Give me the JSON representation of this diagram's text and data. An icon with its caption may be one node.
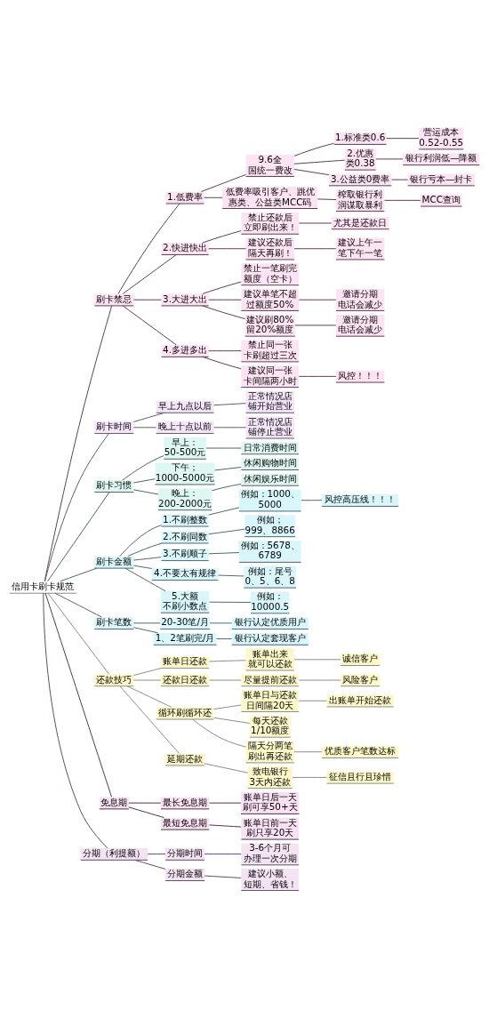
{
  "diagram": {
    "nodes": [
      {
        "text": [
          "信用卡刷卡规范"
        ]
      },
      {
        "text": [
          "刷卡禁忌"
        ]
      },
      {
        "text": [
          "1.低费率"
        ]
      },
      {
        "text": [
          "9.6全国统一费改"
        ]
      },
      {
        "text": [
          "1.标准类0.6"
        ]
      },
      {
        "text": [
          "营运成本0.52-0.55"
        ]
      },
      {
        "text": [
          "2.优惠类0.38"
        ]
      },
      {
        "text": [
          "银行利润低—降额"
        ]
      },
      {
        "text": [
          "3.公益类0费率"
        ]
      },
      {
        "text": [
          "银行亏本—封卡"
        ]
      },
      {
        "text": [
          "低费率吸引客户、跳优惠类、公益类MCC码"
        ]
      },
      {
        "text": [
          "榨取银行利润谋取暴利"
        ]
      },
      {
        "text": [
          "MCC查询"
        ]
      },
      {
        "text": [
          "2.快进快出"
        ]
      },
      {
        "text": [
          "禁止还款后立即刷出来！"
        ]
      },
      {
        "text": [
          "尤其是还款日"
        ]
      },
      {
        "text": [
          "建议还款后隔天再刷！"
        ]
      },
      {
        "text": [
          "建议上午一笔下午一笔"
        ]
      },
      {
        "text": [
          "3.大进大出"
        ]
      },
      {
        "text": [
          "禁止一笔刷完额度（空卡）"
        ]
      },
      {
        "text": [
          "建议单笔不超过额度50%"
        ]
      },
      {
        "text": [
          "邀请分期电话会减少"
        ]
      },
      {
        "text": [
          "建议刷80%留20%额度"
        ]
      },
      {
        "text": [
          "邀请分期电话会减少"
        ]
      },
      {
        "text": [
          "4.多进多出"
        ]
      },
      {
        "text": [
          "禁止同一张卡刷超过三次"
        ]
      },
      {
        "text": [
          "建议同一张卡间隔两小时"
        ]
      },
      {
        "text": [
          "风控！！！"
        ]
      },
      {
        "text": [
          "刷卡时间"
        ]
      },
      {
        "text": [
          "早上九点以后"
        ]
      },
      {
        "text": [
          "正常情况店铺开始营业"
        ]
      },
      {
        "text": [
          "晚上十点以前"
        ]
      },
      {
        "text": [
          "正常情况店铺停止营业"
        ]
      },
      {
        "text": [
          "刷卡习惯"
        ]
      },
      {
        "text": [
          "早上：50-500元"
        ]
      },
      {
        "text": [
          "日常消费时间"
        ]
      },
      {
        "text": [
          "下午；1000-5000元"
        ]
      },
      {
        "text": [
          "休闲购物时间"
        ]
      },
      {
        "text": [
          "晚上：200-2000元"
        ]
      },
      {
        "text": [
          "休闲娱乐时间"
        ]
      },
      {
        "text": [
          "刷卡金额"
        ]
      },
      {
        "text": [
          "1.不刷整数"
        ]
      },
      {
        "text": [
          "例如：1000、5000"
        ]
      },
      {
        "text": [
          "风控高压线！！！"
        ]
      },
      {
        "text": [
          "2.不刷同数"
        ]
      },
      {
        "text": [
          "例如；999、8866"
        ]
      },
      {
        "text": [
          "3.不刷顺子"
        ]
      },
      {
        "text": [
          "例如：5678、6789"
        ]
      },
      {
        "text": [
          "4.不要太有规律"
        ]
      },
      {
        "text": [
          "例如：尾号0、5、6、8"
        ]
      },
      {
        "text": [
          "5.大额不刷小数点"
        ]
      },
      {
        "text": [
          "例如：10000.5"
        ]
      },
      {
        "text": [
          "刷卡笔数"
        ]
      },
      {
        "text": [
          "20-30笔/月"
        ]
      },
      {
        "text": [
          "银行认定优质用户"
        ]
      },
      {
        "text": [
          "1、2笔刷完/月"
        ]
      },
      {
        "text": [
          "银行认定套现客户"
        ]
      },
      {
        "text": [
          "还款技巧"
        ]
      },
      {
        "text": [
          "账单日还款"
        ]
      },
      {
        "text": [
          "账单出来就可以还款"
        ]
      },
      {
        "text": [
          "诚信客户"
        ]
      },
      {
        "text": [
          "还款日还款"
        ]
      },
      {
        "text": [
          "尽量提前还款"
        ]
      },
      {
        "text": [
          "风险客户"
        ]
      },
      {
        "text": [
          "循环刷循环还"
        ]
      },
      {
        "text": [
          "账单日与还款日间隔20天"
        ]
      },
      {
        "text": [
          "出账单开始还款"
        ]
      },
      {
        "text": [
          "每天还款1/10额度"
        ]
      },
      {
        "text": [
          "隔天分两笔刷出再还款"
        ]
      },
      {
        "text": [
          "优质客户笔数达标"
        ]
      },
      {
        "text": [
          "延期还款"
        ]
      },
      {
        "text": [
          "致电银行3天内还款"
        ]
      },
      {
        "text": [
          "征信且行且珍惜"
        ]
      },
      {
        "text": [
          "免息期"
        ]
      },
      {
        "text": [
          "最长免息期"
        ]
      },
      {
        "text": [
          "账单日后一天刷可享50+天"
        ]
      },
      {
        "text": [
          "最短免息期"
        ]
      },
      {
        "text": [
          "账单日前一天刷只享20天"
        ]
      },
      {
        "text": [
          "分期（利提额）"
        ]
      },
      {
        "text": [
          "分期时间"
        ]
      },
      {
        "text": [
          "3-6个月可办理一次分期"
        ]
      },
      {
        "text": [
          "分期金额"
        ]
      },
      {
        "text": [
          "建议小额、短期、省钱！"
        ]
      }
    ],
    "edges": [
      {
        "from": 0,
        "to": 1,
        "arrow": "none"
      },
      {
        "from": 1,
        "to": 2,
        "arrow": "none"
      },
      {
        "from": 2,
        "to": 3,
        "arrow": "none"
      },
      {
        "from": 3,
        "to": 4,
        "arrow": "none"
      },
      {
        "from": 4,
        "to": 5,
        "arrow": "none"
      },
      {
        "from": 3,
        "to": 6,
        "arrow": "none"
      },
      {
        "from": 6,
        "to": 7,
        "arrow": "none"
      },
      {
        "from": 3,
        "to": 8,
        "arrow": "none"
      },
      {
        "from": 8,
        "to": 9,
        "arrow": "none"
      },
      {
        "from": 2,
        "to": 10,
        "arrow": "none"
      },
      {
        "from": 10,
        "to": 11,
        "arrow": "none"
      },
      {
        "from": 11,
        "to": 12,
        "arrow": "none"
      },
      {
        "from": 1,
        "to": 13,
        "arrow": "none"
      },
      {
        "from": 13,
        "to": 14,
        "arrow": "none"
      },
      {
        "from": 14,
        "to": 15,
        "arrow": "none"
      },
      {
        "from": 13,
        "to": 16,
        "arrow": "none"
      },
      {
        "from": 16,
        "to": 17,
        "arrow": "none"
      },
      {
        "from": 1,
        "to": 18,
        "arrow": "none"
      },
      {
        "from": 18,
        "to": 19,
        "arrow": "none"
      },
      {
        "from": 18,
        "to": 20,
        "arrow": "none"
      },
      {
        "from": 20,
        "to": 21,
        "arrow": "none"
      },
      {
        "from": 18,
        "to": 22,
        "arrow": "none"
      },
      {
        "from": 22,
        "to": 23,
        "arrow": "none"
      },
      {
        "from": 1,
        "to": 24,
        "arrow": "none"
      },
      {
        "from": 24,
        "to": 25,
        "arrow": "none"
      },
      {
        "from": 24,
        "to": 26,
        "arrow": "none"
      },
      {
        "from": 26,
        "to": 27,
        "arrow": "none"
      },
      {
        "from": 0,
        "to": 28,
        "arrow": "none"
      },
      {
        "from": 28,
        "to": 29,
        "arrow": "none"
      },
      {
        "from": 29,
        "to": 30,
        "arrow": "none"
      },
      {
        "from": 28,
        "to": 31,
        "arrow": "none"
      },
      {
        "from": 31,
        "to": 32,
        "arrow": "none"
      },
      {
        "from": 0,
        "to": 33,
        "arrow": "none"
      },
      {
        "from": 33,
        "to": 34,
        "arrow": "none"
      },
      {
        "from": 34,
        "to": 35,
        "arrow": "none"
      },
      {
        "from": 33,
        "to": 36,
        "arrow": "none"
      },
      {
        "from": 36,
        "to": 37,
        "arrow": "none"
      },
      {
        "from": 33,
        "to": 38,
        "arrow": "none"
      },
      {
        "from": 38,
        "to": 39,
        "arrow": "none"
      },
      {
        "from": 0,
        "to": 40,
        "arrow": "none"
      },
      {
        "from": 40,
        "to": 41,
        "arrow": "none"
      },
      {
        "from": 41,
        "to": 42,
        "arrow": "none"
      },
      {
        "from": 42,
        "to": 43,
        "arrow": "none"
      },
      {
        "from": 40,
        "to": 44,
        "arrow": "none"
      },
      {
        "from": 44,
        "to": 45,
        "arrow": "none"
      },
      {
        "from": 40,
        "to": 46,
        "arrow": "none"
      },
      {
        "from": 46,
        "to": 47,
        "arrow": "none"
      },
      {
        "from": 40,
        "to": 48,
        "arrow": "none"
      },
      {
        "from": 48,
        "to": 49,
        "arrow": "none"
      },
      {
        "from": 40,
        "to": 50,
        "arrow": "none"
      },
      {
        "from": 50,
        "to": 51,
        "arrow": "none"
      },
      {
        "from": 0,
        "to": 52,
        "arrow": "none"
      },
      {
        "from": 52,
        "to": 53,
        "arrow": "none"
      },
      {
        "from": 53,
        "to": 54,
        "arrow": "none"
      },
      {
        "from": 52,
        "to": 55,
        "arrow": "none"
      },
      {
        "from": 55,
        "to": 56,
        "arrow": "none"
      },
      {
        "from": 0,
        "to": 57,
        "arrow": "none"
      },
      {
        "from": 57,
        "to": 58,
        "arrow": "none"
      },
      {
        "from": 58,
        "to": 59,
        "arrow": "none"
      },
      {
        "from": 59,
        "to": 60,
        "arrow": "none"
      },
      {
        "from": 57,
        "to": 61,
        "arrow": "none"
      },
      {
        "from": 61,
        "to": 62,
        "arrow": "none"
      },
      {
        "from": 62,
        "to": 63,
        "arrow": "none"
      },
      {
        "from": 57,
        "to": 64,
        "arrow": "none"
      },
      {
        "from": 64,
        "to": 65,
        "arrow": "none"
      },
      {
        "from": 65,
        "to": 66,
        "arrow": "none"
      },
      {
        "from": 64,
        "to": 67,
        "arrow": "none"
      },
      {
        "from": 64,
        "to": 68,
        "arrow": "none"
      },
      {
        "from": 68,
        "to": 69,
        "arrow": "none"
      },
      {
        "from": 57,
        "to": 70,
        "arrow": "none"
      },
      {
        "from": 70,
        "to": 71,
        "arrow": "none"
      },
      {
        "from": 71,
        "to": 72,
        "arrow": "none"
      },
      {
        "from": 0,
        "to": 73,
        "arrow": "none"
      },
      {
        "from": 73,
        "to": 74,
        "arrow": "none"
      },
      {
        "from": 74,
        "to": 75,
        "arrow": "none"
      },
      {
        "from": 73,
        "to": 76,
        "arrow": "none"
      },
      {
        "from": 76,
        "to": 77,
        "arrow": "none"
      },
      {
        "from": 0,
        "to": 78,
        "arrow": "none"
      },
      {
        "from": 78,
        "to": 79,
        "arrow": "none"
      },
      {
        "from": 79,
        "to": 80,
        "arrow": "none"
      },
      {
        "from": 78,
        "to": 81,
        "arrow": "none"
      },
      {
        "from": 81,
        "to": 82,
        "arrow": "none"
      }
    ]
  }
}
